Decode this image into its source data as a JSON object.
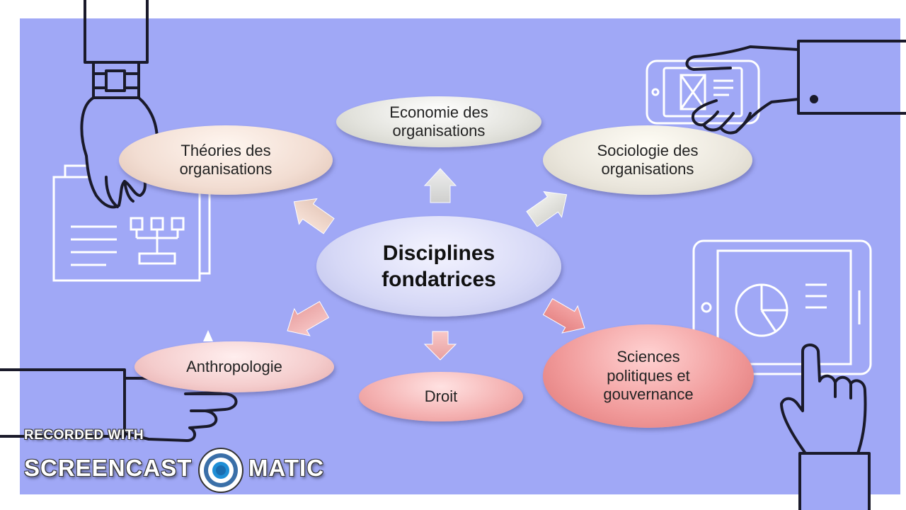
{
  "diagram": {
    "center": [
      "Disciplines",
      "fondatrices"
    ],
    "economie": [
      "Economie des",
      "organisations"
    ],
    "theories": [
      "Théories des",
      "organisations"
    ],
    "sociologie": [
      "Sociologie des",
      "organisations"
    ],
    "anthropologie": [
      "Anthropologie"
    ],
    "droit": [
      "Droit"
    ],
    "sciences": [
      "Sciences",
      "politiques et",
      "gouvernance"
    ]
  },
  "watermark": {
    "line1": "RECORDED WITH",
    "brand_left": "SCREENCAST",
    "brand_right": "MATIC"
  },
  "colors": {
    "background": "#a0a8f6",
    "outline": "#1a1a2a",
    "white_line": "#ffffff"
  },
  "icons": [
    "hand-wristwatch-icon",
    "org-chart-document-icon",
    "hand-smartphone-icon",
    "tablet-pie-chart-icon",
    "hand-pointing-icon",
    "hand-holding-icon"
  ]
}
